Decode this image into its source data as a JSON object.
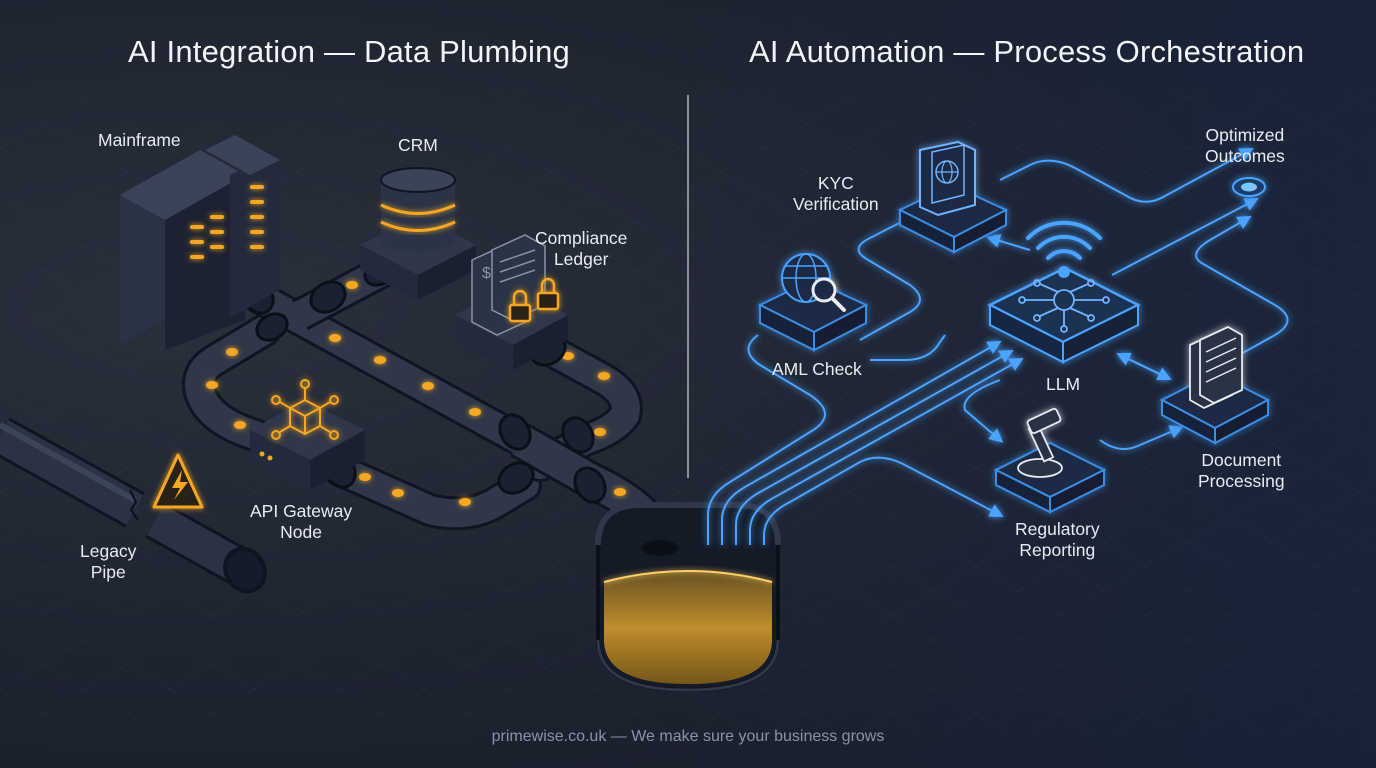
{
  "titles": {
    "left": "AI Integration — Data Plumbing",
    "right": "AI Automation — Process Orchestration"
  },
  "labels": {
    "mainframe": "Mainframe",
    "crm": "CRM",
    "compliance_ledger": [
      "Compliance",
      "Ledger"
    ],
    "api_gateway_node": [
      "API Gateway",
      "Node"
    ],
    "legacy_pipe": [
      "Legacy",
      "Pipe"
    ],
    "kyc_verification": [
      "KYC",
      "Verification"
    ],
    "aml_check": "AML Check",
    "llm": "LLM",
    "optimized_outcomes": [
      "Optimized",
      "Outcomes"
    ],
    "document_processing": [
      "Document",
      "Processing"
    ],
    "regulatory_reporting": [
      "Regulatory",
      "Reporting"
    ]
  },
  "footer": "primewise.co.uk — We make sure your business grows",
  "colors": {
    "background": "#1e2330",
    "pipe_glow": "#f5a623",
    "node_blue": "#3a8ee6",
    "divider": "#8a8f99"
  },
  "icons": [
    "server-icon",
    "database-icon",
    "document-lock-icon",
    "cube-network-icon",
    "warning-icon",
    "globe-search-icon",
    "passport-icon",
    "chip-wifi-icon",
    "documents-icon",
    "gavel-icon",
    "target-dot-icon"
  ]
}
